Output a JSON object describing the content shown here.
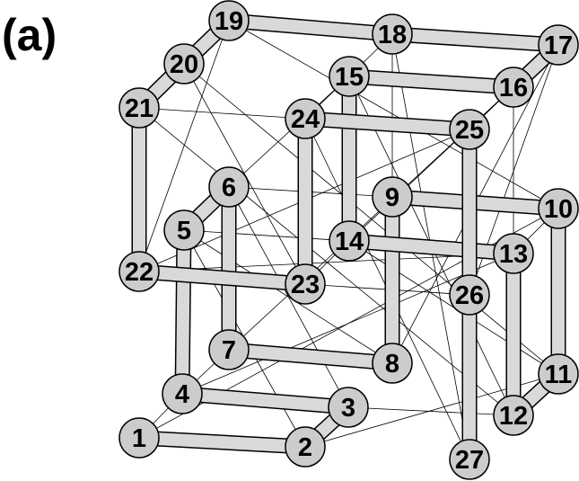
{
  "panel_label": "(a)",
  "colors": {
    "node_fill": "#cccccc",
    "stroke": "#000000",
    "bond_fill": "#d9d9d9",
    "edge": "#000000",
    "background": "#ffffff"
  },
  "nodes": [
    {
      "id": "1",
      "label": "1"
    },
    {
      "id": "2",
      "label": "2"
    },
    {
      "id": "3",
      "label": "3"
    },
    {
      "id": "4",
      "label": "4"
    },
    {
      "id": "5",
      "label": "5"
    },
    {
      "id": "6",
      "label": "6"
    },
    {
      "id": "7",
      "label": "7"
    },
    {
      "id": "8",
      "label": "8"
    },
    {
      "id": "9",
      "label": "9"
    },
    {
      "id": "10",
      "label": "10"
    },
    {
      "id": "11",
      "label": "11"
    },
    {
      "id": "12",
      "label": "12"
    },
    {
      "id": "13",
      "label": "13"
    },
    {
      "id": "14",
      "label": "14"
    },
    {
      "id": "15",
      "label": "15"
    },
    {
      "id": "16",
      "label": "16"
    },
    {
      "id": "17",
      "label": "17"
    },
    {
      "id": "18",
      "label": "18"
    },
    {
      "id": "19",
      "label": "19"
    },
    {
      "id": "20",
      "label": "20"
    },
    {
      "id": "21",
      "label": "21"
    },
    {
      "id": "22",
      "label": "22"
    },
    {
      "id": "23",
      "label": "23"
    },
    {
      "id": "24",
      "label": "24"
    },
    {
      "id": "25",
      "label": "25"
    },
    {
      "id": "26",
      "label": "26"
    },
    {
      "id": "27",
      "label": "27"
    }
  ],
  "bonds": [
    [
      "1",
      "2"
    ],
    [
      "2",
      "3"
    ],
    [
      "3",
      "4"
    ],
    [
      "4",
      "5"
    ],
    [
      "5",
      "6"
    ],
    [
      "6",
      "7"
    ],
    [
      "7",
      "8"
    ],
    [
      "8",
      "9"
    ],
    [
      "9",
      "10"
    ],
    [
      "10",
      "11"
    ],
    [
      "11",
      "12"
    ],
    [
      "12",
      "13"
    ],
    [
      "13",
      "14"
    ],
    [
      "14",
      "15"
    ],
    [
      "15",
      "16"
    ],
    [
      "16",
      "17"
    ],
    [
      "17",
      "18"
    ],
    [
      "18",
      "19"
    ],
    [
      "19",
      "20"
    ],
    [
      "20",
      "21"
    ],
    [
      "21",
      "22"
    ],
    [
      "22",
      "23"
    ],
    [
      "23",
      "24"
    ],
    [
      "24",
      "25"
    ],
    [
      "25",
      "26"
    ],
    [
      "26",
      "27"
    ]
  ],
  "lattice_edges": [
    [
      "1",
      "4"
    ],
    [
      "4",
      "7"
    ],
    [
      "2",
      "5"
    ],
    [
      "5",
      "8"
    ],
    [
      "3",
      "6"
    ],
    [
      "6",
      "9"
    ],
    [
      "10",
      "13"
    ],
    [
      "13",
      "16"
    ],
    [
      "11",
      "14"
    ],
    [
      "14",
      "17"
    ],
    [
      "12",
      "15"
    ],
    [
      "15",
      "18"
    ],
    [
      "19",
      "22"
    ],
    [
      "22",
      "25"
    ],
    [
      "20",
      "23"
    ],
    [
      "23",
      "26"
    ],
    [
      "21",
      "24"
    ],
    [
      "24",
      "27"
    ],
    [
      "1",
      "10"
    ],
    [
      "10",
      "19"
    ],
    [
      "2",
      "11"
    ],
    [
      "11",
      "20"
    ],
    [
      "3",
      "12"
    ],
    [
      "12",
      "21"
    ],
    [
      "4",
      "13"
    ],
    [
      "13",
      "22"
    ],
    [
      "5",
      "14"
    ],
    [
      "14",
      "23"
    ],
    [
      "6",
      "15"
    ],
    [
      "15",
      "24"
    ],
    [
      "7",
      "16"
    ],
    [
      "16",
      "25"
    ],
    [
      "8",
      "17"
    ],
    [
      "17",
      "26"
    ],
    [
      "9",
      "18"
    ],
    [
      "18",
      "27"
    ]
  ]
}
